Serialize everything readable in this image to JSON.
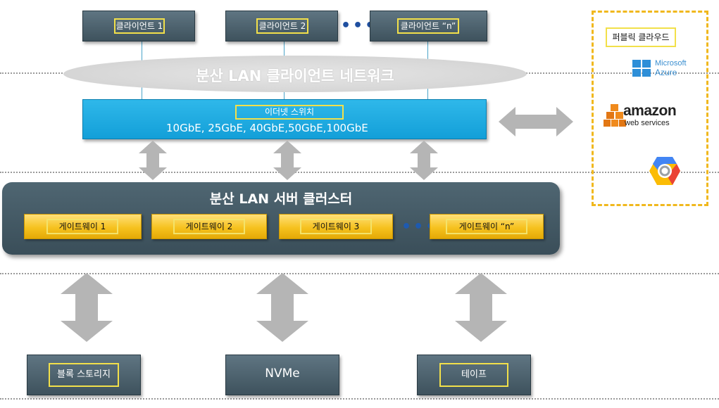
{
  "clients": [
    {
      "label": "클라이언트 1"
    },
    {
      "label": "클라이언트 2"
    },
    {
      "label": "클라이언트 “n”"
    }
  ],
  "client_network": {
    "label": "분산 LAN 클라이언트 네트워크"
  },
  "switch": {
    "label": "이더넷 스위치",
    "speeds": "10GbE, 25GbE, 40GbE,50GbE,100GbE"
  },
  "cluster": {
    "title": "분산 LAN 서버 클러스터",
    "gateways": [
      {
        "label": "게이트웨이 1"
      },
      {
        "label": "게이트웨이 2"
      },
      {
        "label": "게이트웨이 3"
      },
      {
        "label": "게이트웨이 “n”"
      }
    ]
  },
  "storage": [
    {
      "label": "블록 스토리지"
    },
    {
      "label": "NVMe"
    },
    {
      "label": "테이프"
    }
  ],
  "public_cloud": {
    "title": "퍼블릭 클라우드",
    "providers": [
      {
        "name": "Microsoft Azure",
        "line1": "Microsoft",
        "line2": "Azure"
      },
      {
        "name": "Amazon Web Services",
        "line1": "amazon",
        "line2": "web services"
      },
      {
        "name": "Google Cloud Platform"
      }
    ]
  },
  "ellipsis": "•••",
  "colors": {
    "dark_box": "#4a5f6b",
    "highlight_border": "#f2e04a",
    "switch_blue": "#19a6dc",
    "gateway_gold": "#f6c21f",
    "cloud_border": "#f0b81e",
    "arrow_gray": "#b5b5b5"
  }
}
